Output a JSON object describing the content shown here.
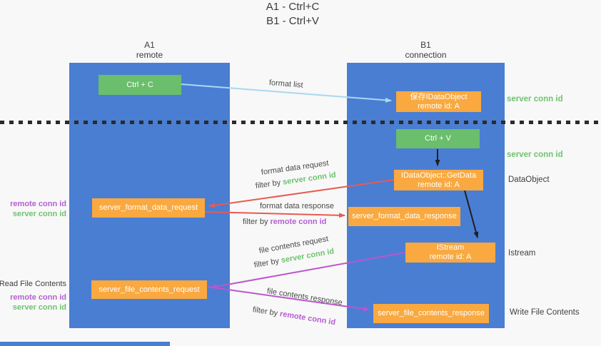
{
  "title": {
    "line1": "A1 - Ctrl+C",
    "line2": "B1 - Ctrl+V"
  },
  "columns": {
    "left": {
      "name": "A1",
      "subtitle": "remote"
    },
    "right": {
      "name": "B1",
      "subtitle": "connection"
    }
  },
  "nodes": {
    "ctrl_c": "Ctrl + C",
    "ctrl_v": "Ctrl + V",
    "save_dataobject_line1": "保存IDataObject",
    "save_dataobject_line2": "remote id: A",
    "getdata_line1": "IDataObject::GetData",
    "getdata_line2": "remote id: A",
    "istream_line1": "IStream",
    "istream_line2": "remote id: A",
    "format_request": "server_format_data_request",
    "format_response": "server_format_data_response",
    "file_request": "server_file_contents_request",
    "file_response": "server_file_contents_response"
  },
  "labels": {
    "format_list": "format list",
    "format_data_request": "format data request",
    "format_data_response": "format data response",
    "file_contents_request": "file contents request",
    "file_contents_response": "file contents response",
    "filter_by": "filter by",
    "server_conn_id": "server conn id",
    "remote_conn_id": "remote conn id"
  },
  "side_labels": {
    "right_server_conn_id_top": "server conn id",
    "right_server_conn_id_mid": "server conn id",
    "dataobject": "DataObject",
    "istream": "Istream",
    "write_file_contents": "Write File Contents",
    "read_file_contents": "Read File Contents",
    "left_remote_conn_id_top": "remote conn id",
    "left_server_conn_id_top": "server conn id",
    "left_remote_conn_id_bottom": "remote conn id",
    "left_server_conn_id_bottom": "server conn id"
  },
  "colors": {
    "column_blue": "#4a7ed3",
    "node_green": "#6abe6c",
    "node_orange": "#f9a940",
    "arrow_red": "#e85b50",
    "arrow_magenta": "#bd55cd",
    "arrow_light_blue": "#aad8f0",
    "arrow_black": "#1f1f1f",
    "text_green": "#6fc26f",
    "text_purple": "#b35fd1"
  }
}
